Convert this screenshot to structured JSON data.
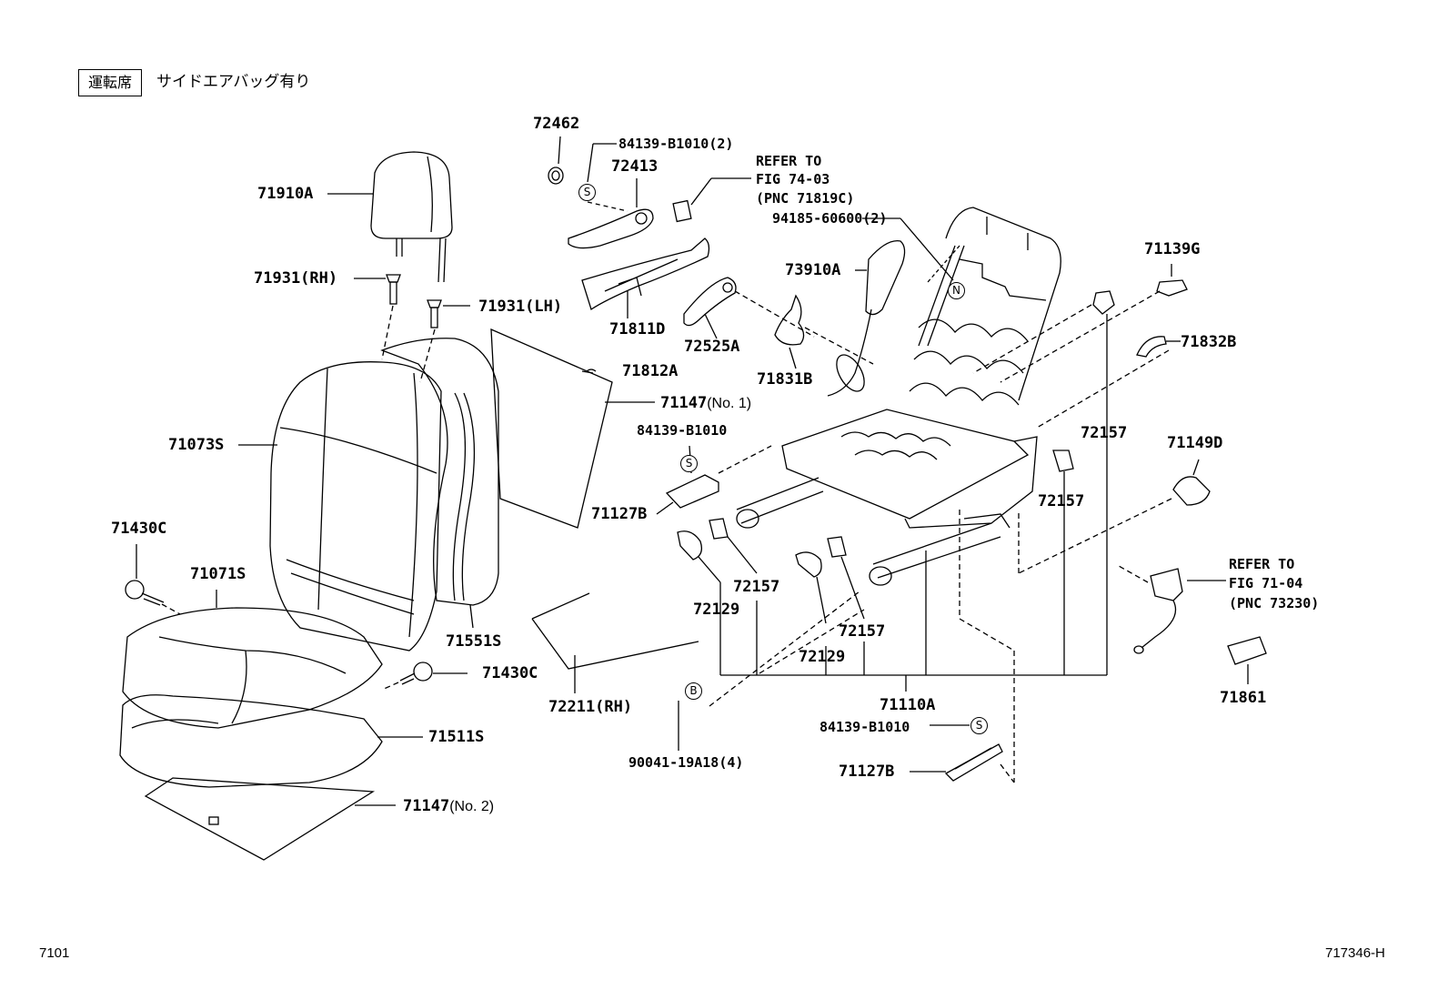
{
  "header": {
    "box_label": "運転席",
    "description": "サイドエアバッグ有り"
  },
  "footer": {
    "left_code": "7101",
    "right_code": "717346-H"
  },
  "symbols": {
    "s": "S",
    "n": "N",
    "b": "B"
  },
  "parts": {
    "p72462": "72462",
    "p84139_2": "84139-B1010(2)",
    "p72413": "72413",
    "refer1": [
      "REFER TO",
      "FIG 74-03",
      "(PNC 71819C)"
    ],
    "p94185": "94185-60600(2)",
    "p71910A": "71910A",
    "p71931RH": "71931(RH)",
    "p71931LH": "71931(LH)",
    "p73910A": "73910A",
    "p71811D": "71811D",
    "p72525A": "72525A",
    "p71139G": "71139G",
    "p71832B": "71832B",
    "p71831B": "71831B",
    "p71812A": "71812A",
    "p71147_1": "71147",
    "p71147_1_suffix": "(No. 1)",
    "p84139_a": "84139-B1010",
    "p71073S": "71073S",
    "p72157_a": "72157",
    "p71149D": "71149D",
    "p72157_b": "72157",
    "p71127B_a": "71127B",
    "p71430C_a": "71430C",
    "p71071S": "71071S",
    "refer2": [
      "REFER TO",
      "FIG 71-04",
      "(PNC 73230)"
    ],
    "p72157_c": "72157",
    "p72129_a": "72129",
    "p71551S": "71551S",
    "p72157_d": "72157",
    "p72129_b": "72129",
    "p71430C_b": "71430C",
    "p71861": "71861",
    "p72211RH": "72211(RH)",
    "p71110A": "71110A",
    "p84139_b": "84139-B1010",
    "p71511S": "71511S",
    "p90041": "90041-19A18(4)",
    "p71127B_b": "71127B",
    "p71147_2": "71147",
    "p71147_2_suffix": "(No. 2)"
  }
}
